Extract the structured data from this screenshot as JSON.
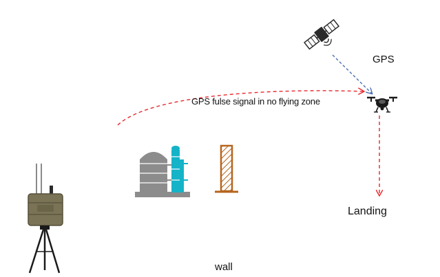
{
  "labels": {
    "gps": "GPS",
    "fake_signal": "GPS  fulse signal  in no flying zone",
    "landing": "Landing",
    "wall": "wall"
  },
  "colors": {
    "fake_signal_line": "#e8262b",
    "gps_link_line": "#4a6fb5",
    "landing_line": "#e8262b",
    "building_gray": "#8c8c8c",
    "building_cyan": "#14b3c7",
    "wall_brown": "#b5651d",
    "jammer_case": "#7a7356",
    "tripod": "#1a1a1a"
  },
  "icons": {
    "satellite": "satellite-icon",
    "drone": "drone-icon",
    "factory": "factory-icon",
    "wall": "wall-icon",
    "jammer": "jammer-tripod-icon"
  }
}
